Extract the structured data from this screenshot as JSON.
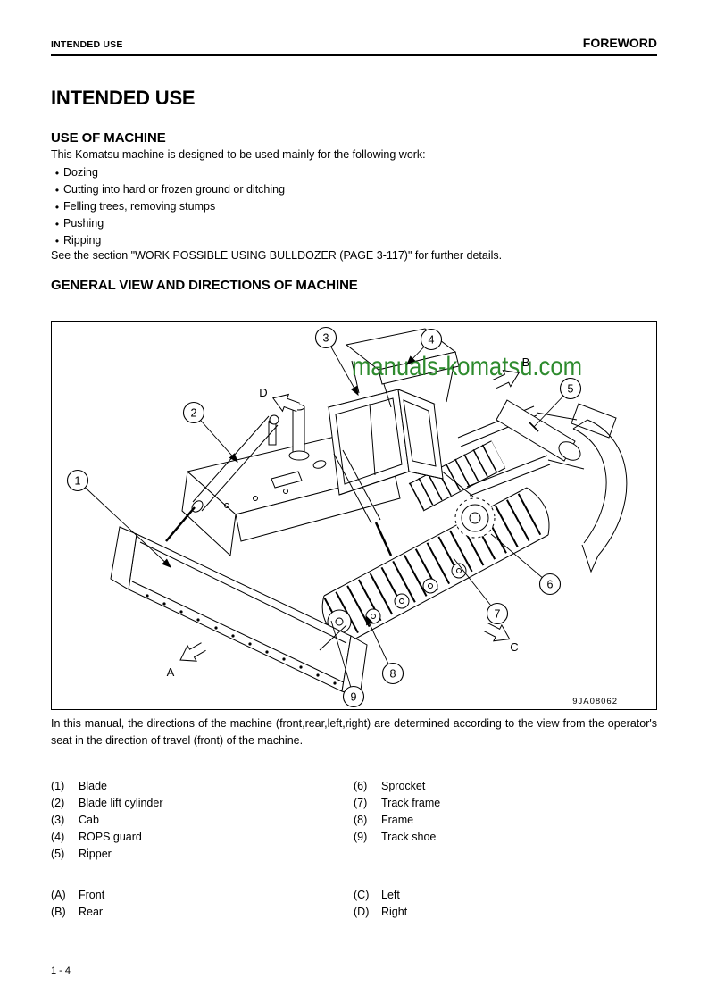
{
  "header": {
    "section": "INTENDED USE",
    "book": "FOREWORD"
  },
  "title": "INTENDED USE",
  "use_of_machine": {
    "heading": "USE OF MACHINE",
    "intro": "This Komatsu machine is designed to be used mainly for the following work:",
    "bullets": [
      "Dozing",
      "Cutting into hard or frozen ground or ditching",
      "Felling trees, removing stumps",
      "Pushing",
      "Ripping"
    ],
    "outro": "See the section \"WORK POSSIBLE USING BULLDOZER (PAGE 3-117)\" for further details."
  },
  "general_view": {
    "heading": "GENERAL VIEW AND DIRECTIONS OF MACHINE",
    "figure": {
      "watermark": "manuals-komatsu.com",
      "watermark_color": "#2e8b2e",
      "drawing_code": "9JA08062",
      "callout_numbers": [
        "1",
        "2",
        "3",
        "4",
        "5",
        "6",
        "7",
        "8",
        "9"
      ],
      "direction_letters": {
        "front": "A",
        "rear": "B",
        "left": "C",
        "right": "D"
      }
    },
    "caption": "In this manual, the directions of the machine (front,rear,left,right) are determined according to the view from the operator's seat in the direction of travel (front) of the machine."
  },
  "parts_list": {
    "left": [
      {
        "num": "(1)",
        "label": "Blade"
      },
      {
        "num": "(2)",
        "label": "Blade lift cylinder"
      },
      {
        "num": "(3)",
        "label": "Cab"
      },
      {
        "num": "(4)",
        "label": "ROPS guard"
      },
      {
        "num": "(5)",
        "label": "Ripper"
      }
    ],
    "right": [
      {
        "num": "(6)",
        "label": "Sprocket"
      },
      {
        "num": "(7)",
        "label": "Track frame"
      },
      {
        "num": "(8)",
        "label": "Frame"
      },
      {
        "num": "(9)",
        "label": "Track shoe"
      }
    ]
  },
  "directions_list": {
    "left": [
      {
        "num": "(A)",
        "label": "Front"
      },
      {
        "num": "(B)",
        "label": "Rear"
      }
    ],
    "right": [
      {
        "num": "(C)",
        "label": "Left"
      },
      {
        "num": "(D)",
        "label": "Right"
      }
    ]
  },
  "footer": {
    "page_number": "1 - 4"
  }
}
